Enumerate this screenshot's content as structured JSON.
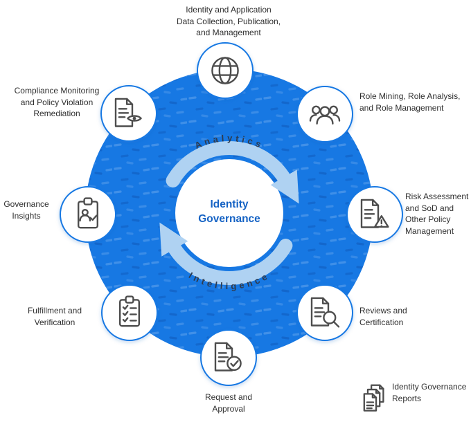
{
  "title": "Identity Governance cycle diagram",
  "center": {
    "title": "Identity\nGovernance"
  },
  "cycle": {
    "top_arrow_label": "Analytics",
    "bottom_arrow_label": "Intelligence"
  },
  "nodes": [
    {
      "label": "Identity and Application\nData Collection, Publication,\nand Management",
      "icon": "globe"
    },
    {
      "label": "Role Mining, Role Analysis,\nand Role Management",
      "icon": "user-group"
    },
    {
      "label": "Risk Assessment\nand SoD and\nOther Policy\nManagement",
      "icon": "document-warning"
    },
    {
      "label": "Reviews and\nCertification",
      "icon": "document-magnifier"
    },
    {
      "label": "Request and\nApproval",
      "icon": "document-check"
    },
    {
      "label": "Fulfillment and\nVerification",
      "icon": "clipboard-checklist"
    },
    {
      "label": "Governance\nInsights",
      "icon": "clipboard-user-check"
    },
    {
      "label": "Compliance Monitoring\nand Policy Violation\nRemediation",
      "icon": "document-eye"
    }
  ],
  "legend": {
    "label": "Identity Governance\nReports",
    "icon": "stacked-documents"
  },
  "colors": {
    "ring": "#1778E3",
    "arrow": "#AFD2F2",
    "node_border": "#1778E3",
    "center_title": "#1462C4",
    "arc_label": "#2E3B4E",
    "icon_stroke": "#4D4D4D",
    "label_text": "#2E2E2E"
  }
}
